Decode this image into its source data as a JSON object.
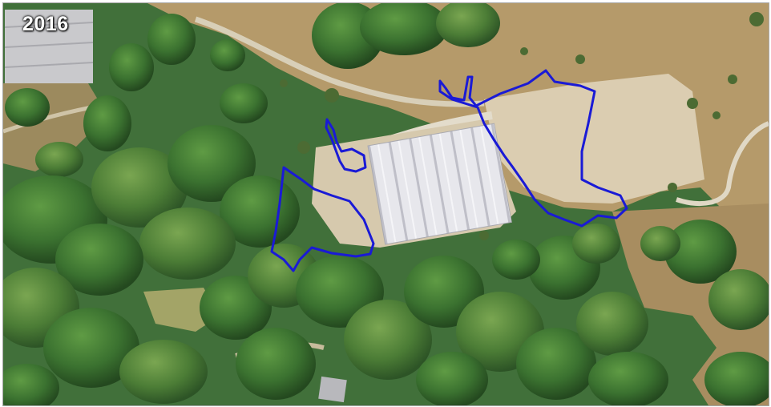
{
  "map": {
    "year_label": "2016",
    "imagery": "aerial-photograph",
    "outline_color": "#1a1ad6",
    "colors": {
      "dense_canopy": "#2f6128",
      "canopy_highlight": "#4f8a38",
      "dry_grass": "#b79b6c",
      "bare_ground": "#d9cbb0",
      "greenhouse_roof": "#e6e6ea",
      "dirt_road": "#e3dccb"
    },
    "features": {
      "greenhouse_cluster": "greenhouse-rows",
      "cleared_pad": "cleared-field",
      "outlined_areas": 3
    }
  }
}
